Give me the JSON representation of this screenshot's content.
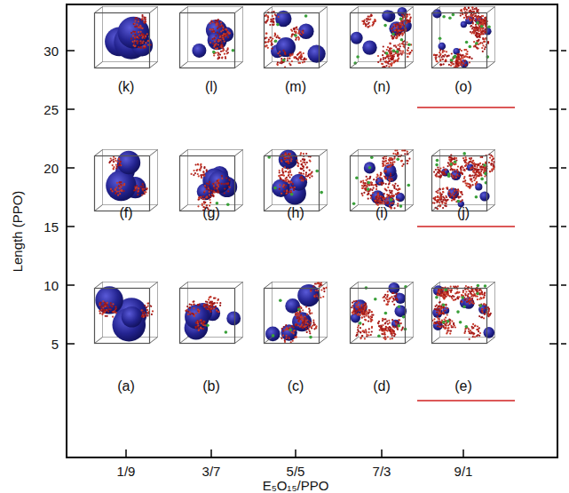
{
  "diagram": {
    "labels": [
      "30",
      "25",
      "20",
      "15",
      "10",
      "5",
      "Length (PPO)",
      "(k)",
      "(l)",
      "(m)",
      "(n)",
      "(o)",
      "(f)",
      "(g)",
      "(h)",
      "(i)",
      "(j)",
      "(a)",
      "(b)",
      "(c)",
      "(d)",
      "(e)",
      "1/9",
      "3/7",
      "5/5",
      "7/3",
      "9/1",
      "E₅O₁₅/PPO"
    ]
  }
}
